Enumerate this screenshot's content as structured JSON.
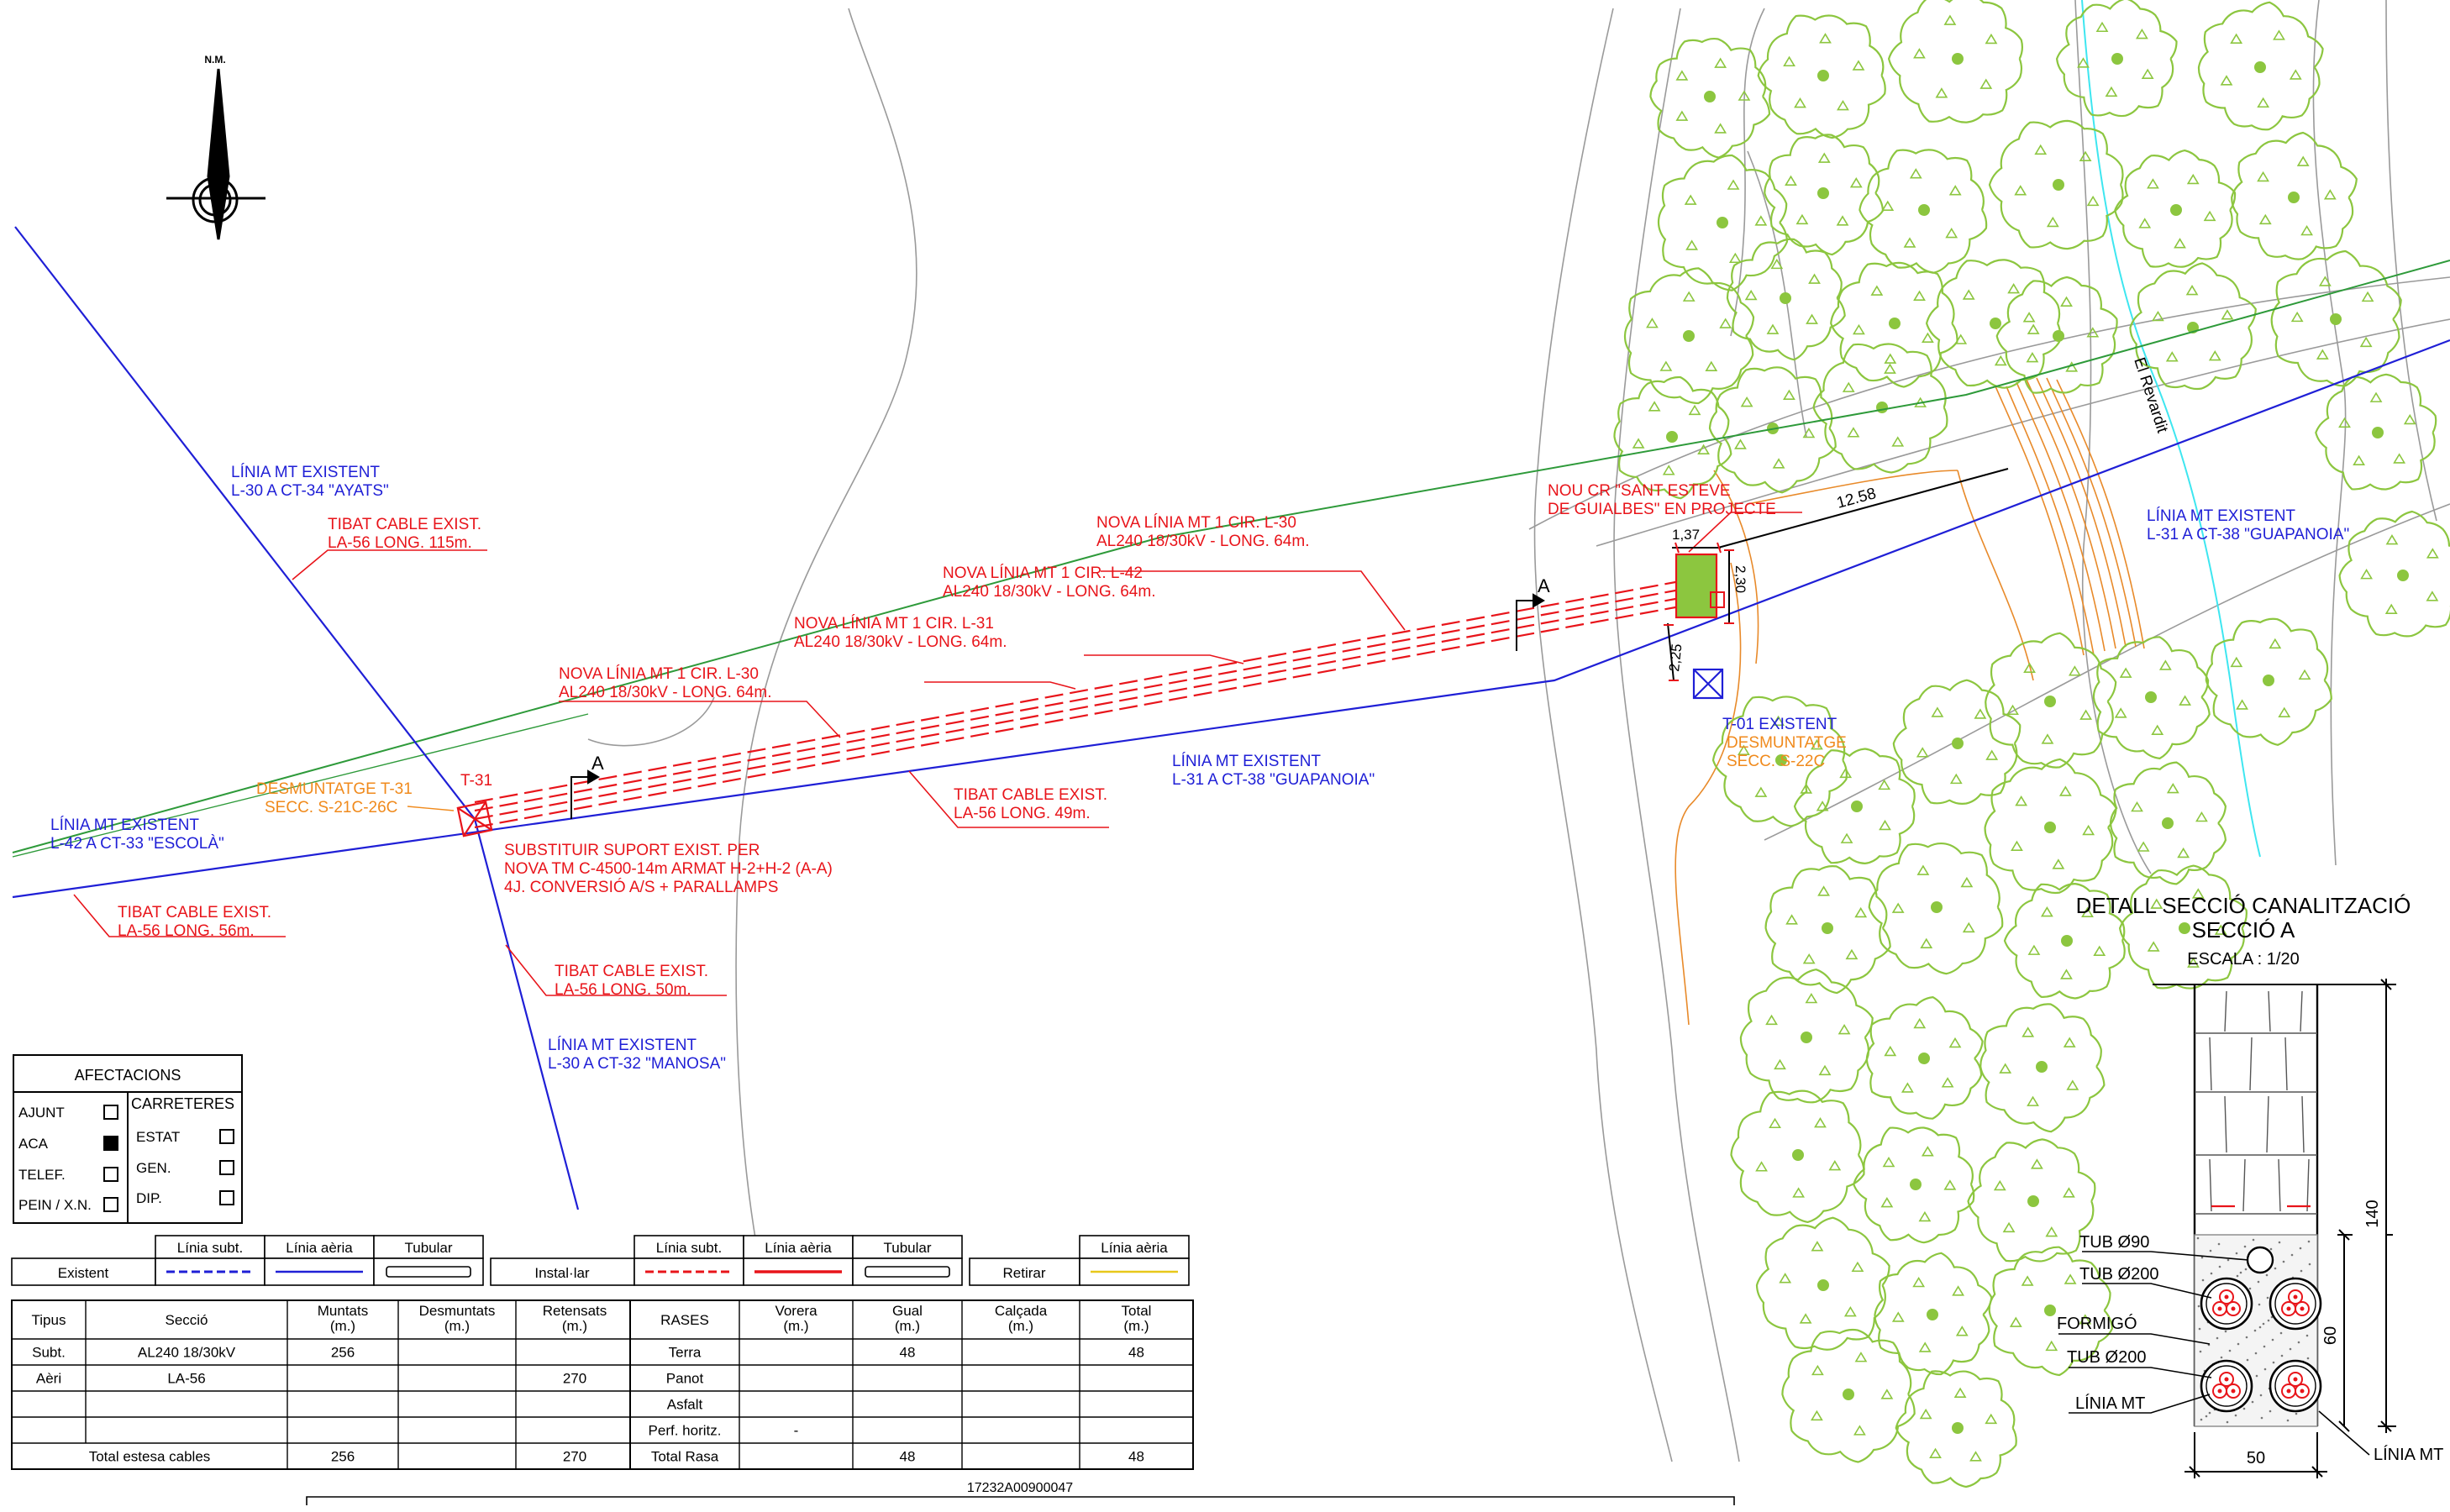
{
  "north_label": "N.M.",
  "colors": {
    "existing_line": "#1f1fd6",
    "install_line": "#e8141a",
    "dismantle": "#f08a1c",
    "green_line": "#2e9a3a",
    "tree": "#8cc63f",
    "river": "#3ee6f0",
    "retire": "#e8c81a"
  },
  "labels": {
    "ayats": [
      "LÍNIA MT EXISTENT",
      "L-30 A CT-34 \"AYATS\""
    ],
    "tibat115": [
      "TIBAT CABLE EXIST.",
      "LA-56 LONG. 115m."
    ],
    "nova_l30_a": [
      "NOVA LÍNIA MT 1 CIR. L-30",
      "AL240 18/30kV - LONG. 64m."
    ],
    "nova_l42": [
      "NOVA LÍNIA MT 1 CIR. L-42",
      "AL240 18/30kV - LONG. 64m."
    ],
    "nova_l31": [
      "NOVA LÍNIA MT 1 CIR. L-31",
      "AL240 18/30kV - LONG. 64m."
    ],
    "nova_l30_b": [
      "NOVA LÍNIA MT 1 CIR. L-30",
      "AL240 18/30kV - LONG. 64m."
    ],
    "nou_cr": [
      "NOU CR \"SANT ESTEVE",
      "DE GUIALBES\" EN PROJECTE"
    ],
    "desm_t31": [
      "DESMUNTATGE T-31",
      "SECC. S-21C-26C"
    ],
    "t31": "T-31",
    "escola": [
      "LÍNIA MT EXISTENT",
      "L-42 A CT-33 \"ESCOLÀ\""
    ],
    "substituir": [
      "SUBSTITUIR SUPORT EXIST. PER",
      "NOVA TM C-4500-14m ARMAT H-2+H-2 (A-A)",
      "4J. CONVERSIÓ A/S + PARALLAMPS"
    ],
    "tibat56": [
      "TIBAT CABLE EXIST.",
      "LA-56 LONG. 56m."
    ],
    "tibat50": [
      "TIBAT CABLE EXIST.",
      "LA-56 LONG. 50m."
    ],
    "manosa": [
      "LÍNIA MT EXISTENT",
      "L-30 A CT-32 \"MANOSA\""
    ],
    "tibat49": [
      "TIBAT CABLE EXIST.",
      "LA-56 LONG. 49m."
    ],
    "guapanoia_mid": [
      "LÍNIA MT EXISTENT",
      "L-31 A CT-38 \"GUAPANOIA\""
    ],
    "t01": "T-01 EXISTENT",
    "desm_t01": [
      "DESMUNTATGE",
      "SECC. S-22C"
    ],
    "guapanoia_right": [
      "LÍNIA MT EXISTENT",
      "L-31 A CT-38 \"GUAPANOIA\""
    ],
    "revardit": "El Revardit",
    "section_a1": "A",
    "section_a2": "A",
    "parcel": "17232A00900047"
  },
  "dims": {
    "d1258": "12.58",
    "d137": "1,37",
    "d230": "2,30",
    "d225": "2,25"
  },
  "afectacions": {
    "title": "AFECTACIONS",
    "carreteres": "CARRETERES",
    "left": [
      {
        "label": "AJUNT",
        "checked": false
      },
      {
        "label": "ACA",
        "checked": true
      },
      {
        "label": "TELEF.",
        "checked": false
      },
      {
        "label": "PEIN / X.N.",
        "checked": false
      }
    ],
    "right": [
      {
        "label": "ESTAT",
        "checked": false
      },
      {
        "label": "GEN.",
        "checked": false
      },
      {
        "label": "DIP.",
        "checked": false
      }
    ]
  },
  "legend": {
    "linia_subt": "Línia subt.",
    "linia_aeria": "Línia aèria",
    "tubular": "Tubular",
    "existent": "Existent",
    "installar": "Instal·lar",
    "retirar": "Retirar"
  },
  "cables_table": {
    "headers": [
      "Tipus",
      "Secció",
      "Muntats\n(m.)",
      "Desmuntats\n(m.)",
      "Retensats\n(m.)"
    ],
    "rows": [
      [
        "Subt.",
        "AL240 18/30kV",
        "256",
        "",
        ""
      ],
      [
        "Aèri",
        "LA-56",
        "",
        "",
        "270"
      ],
      [
        "",
        "",
        "",
        "",
        ""
      ],
      [
        "",
        "",
        "",
        "",
        ""
      ]
    ],
    "total": [
      "Total estesa cables",
      "256",
      "",
      "270"
    ]
  },
  "rases_table": {
    "headers": [
      "RASES",
      "Vorera\n(m.)",
      "Gual\n(m.)",
      "Calçada\n(m.)",
      "Total\n(m.)"
    ],
    "rows": [
      [
        "Terra",
        "",
        "48",
        "",
        "48"
      ],
      [
        "Panot",
        "",
        "",
        "",
        ""
      ],
      [
        "Asfalt",
        "",
        "",
        "",
        ""
      ],
      [
        "Perf. horitz.",
        "-",
        "",
        "",
        ""
      ]
    ],
    "total": [
      "Total Rasa",
      "",
      "48",
      "",
      "48"
    ]
  },
  "detail": {
    "title1": "DETALL SECCIÓ CANALITZACIÓ",
    "title2": "SECCIÓ A",
    "scale": "ESCALA : 1/20",
    "tub90": "TUB Ø90",
    "tub200a": "TUB Ø200",
    "formigo": "FORMIGÓ",
    "tub200b": "TUB Ø200",
    "linia_mt_left": "LÍNIA MT",
    "linia_mt_right": "LÍNIA MT",
    "dim140": "140",
    "dim60": "60",
    "dim50": "50"
  }
}
